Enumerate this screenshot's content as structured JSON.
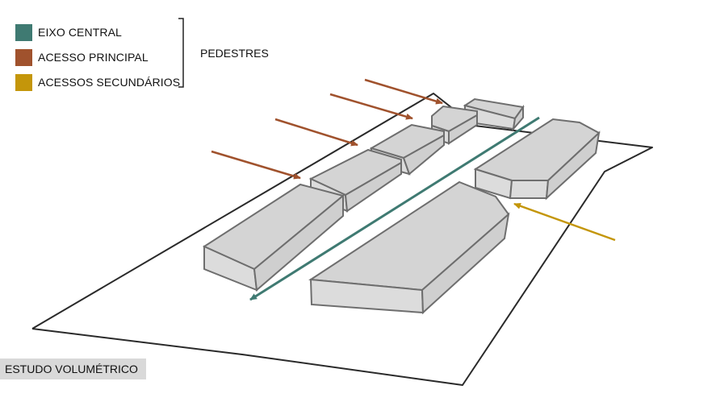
{
  "legend": {
    "items": [
      {
        "label": "EIXO CENTRAL",
        "color": "#3f7a72"
      },
      {
        "label": "ACESSO PRINCIPAL",
        "color": "#a0522d"
      },
      {
        "label": "ACESSOS SECUNDÁRIOS",
        "color": "#c4960a"
      }
    ],
    "group_label": "PEDESTRES"
  },
  "caption": "ESTUDO VOLUMÉTRICO",
  "colors": {
    "block_top": "#d4d4d4",
    "block_side": "#dcdcdc",
    "block_edge": "#6e6e6e",
    "site_outline": "#2a2a2a"
  }
}
